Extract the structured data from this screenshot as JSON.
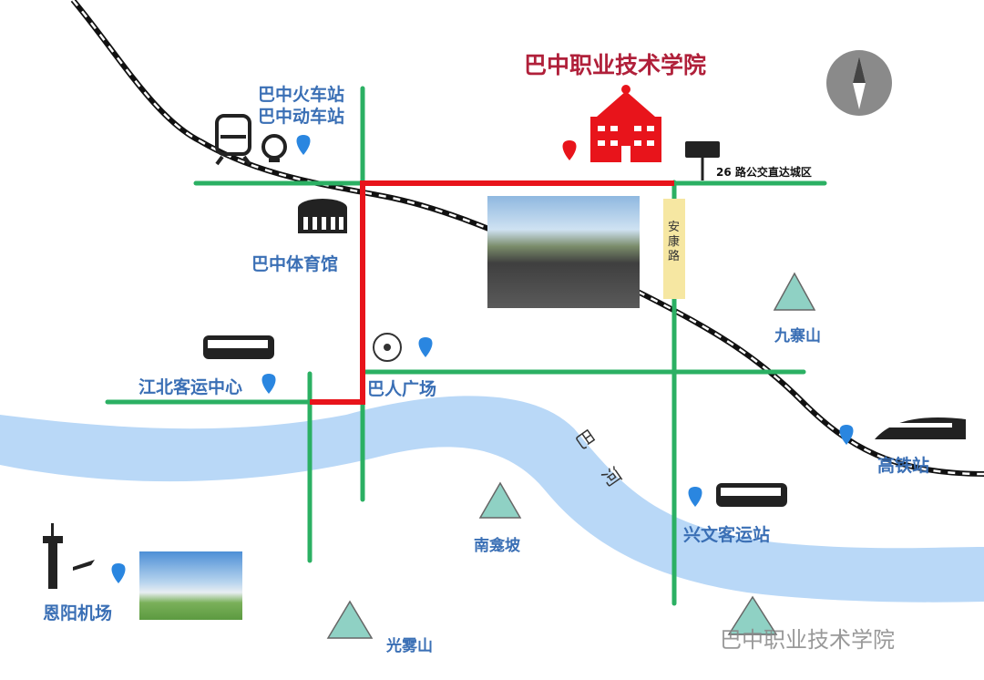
{
  "title": "巴中职业技术学院",
  "labels": {
    "train_station": "巴中火车站",
    "emu_station": "巴中动车站",
    "stadium": "巴中体育馆",
    "bus_bus_stop": "26 路公交直达城区",
    "ankang_road": "安康路",
    "jiuzhai": "九寨山",
    "jiangbei": "江北客运中心",
    "baren": "巴人广场",
    "high_speed": "高铁站",
    "river": "巴 河",
    "xingwen": "兴文客运站",
    "nankan": "南龛坡",
    "airport": "恩阳机场",
    "guangwu": "光雾山"
  },
  "watermark": "巴中职业技术学院",
  "colors": {
    "road": "#2bb063",
    "route": "#e8141b",
    "river": "#b9d8f7",
    "label": "#3a6fb5",
    "title": "#b0203a",
    "pin": "#2a86e0"
  }
}
